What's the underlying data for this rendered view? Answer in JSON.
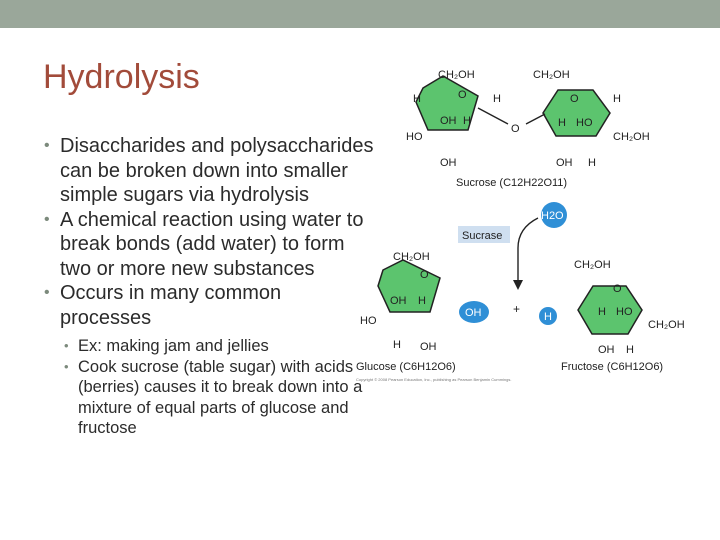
{
  "colors": {
    "title": "#a24b3a",
    "topbar": "#9aa79a",
    "ring": "#5cc46e",
    "water": "#2f8fd6"
  },
  "slide": {
    "title": "Hydrolysis",
    "bullets": [
      "Disaccharides and polysaccharides can be broken down into smaller simple sugars via hydrolysis",
      "A chemical reaction using water to break bonds (add water) to form two or more new substances",
      "Occurs in many common processes"
    ],
    "subbullets": [
      "Ex: making jam and jellies",
      "Cook sucrose (table sugar) with acids (berries) causes it to break down into a mixture of equal parts of glucose and fructose"
    ]
  },
  "figure": {
    "sucrose_label": "Sucrose",
    "sucrose_formula": "(C12H22O11)",
    "enzyme_label": "Sucrase",
    "water_label": "H2O",
    "glucose_label": "Glucose",
    "glucose_formula": "(C6H12O6)",
    "fructose_label": "Fructose",
    "fructose_formula": "(C6H12O6)",
    "oh_label": "OH",
    "h_label": "H",
    "plus": "+",
    "copyright": "Copyright © 2008 Pearson Education, Inc., publishing as Pearson Benjamin Cummings."
  }
}
